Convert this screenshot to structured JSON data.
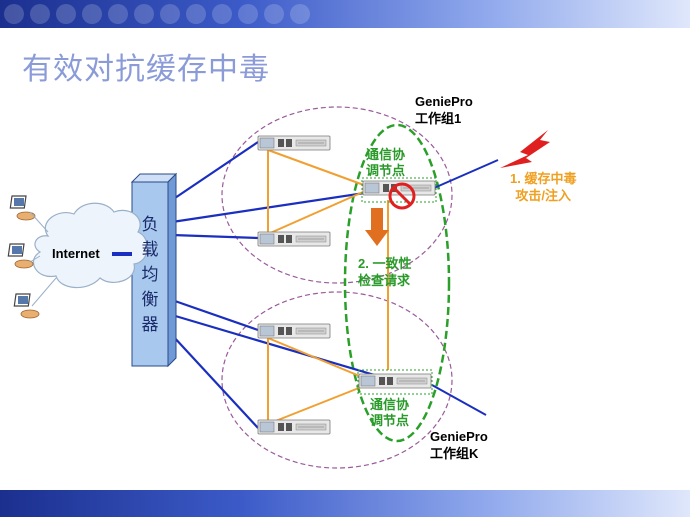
{
  "title": "有效对抗缓存中毒",
  "internet_label": "Internet",
  "load_balancer_label": [
    "负",
    "载",
    "均",
    "衡",
    "器"
  ],
  "group1_label": [
    "GeniePro",
    "工作组1"
  ],
  "groupk_label": [
    "GeniePro",
    "工作组K"
  ],
  "coordinator_label_top": [
    "通信协",
    "调节点"
  ],
  "coordinator_label_bottom": [
    "通信协",
    "调节点"
  ],
  "attack_label": [
    "1. 缓存中毒",
    "攻击/注入"
  ],
  "check_label": [
    "2. 一致性",
    "检查请求"
  ],
  "colors": {
    "title": "#8b9bd8",
    "blue_line": "#1a2fbf",
    "orange_line": "#f0a030",
    "green_text": "#2a9a2a",
    "attack_text": "#f0a020",
    "attack_bolt": "#e02020",
    "arrow": "#e07020",
    "purple_dash": "#9a5a9a",
    "green_dash": "#2aa02a",
    "lb_fill": "#a8c8ee"
  },
  "icons": [
    "cloud-icon",
    "workstation-icon",
    "server-icon",
    "lightning-icon",
    "prohibited-icon",
    "down-arrow-icon"
  ]
}
